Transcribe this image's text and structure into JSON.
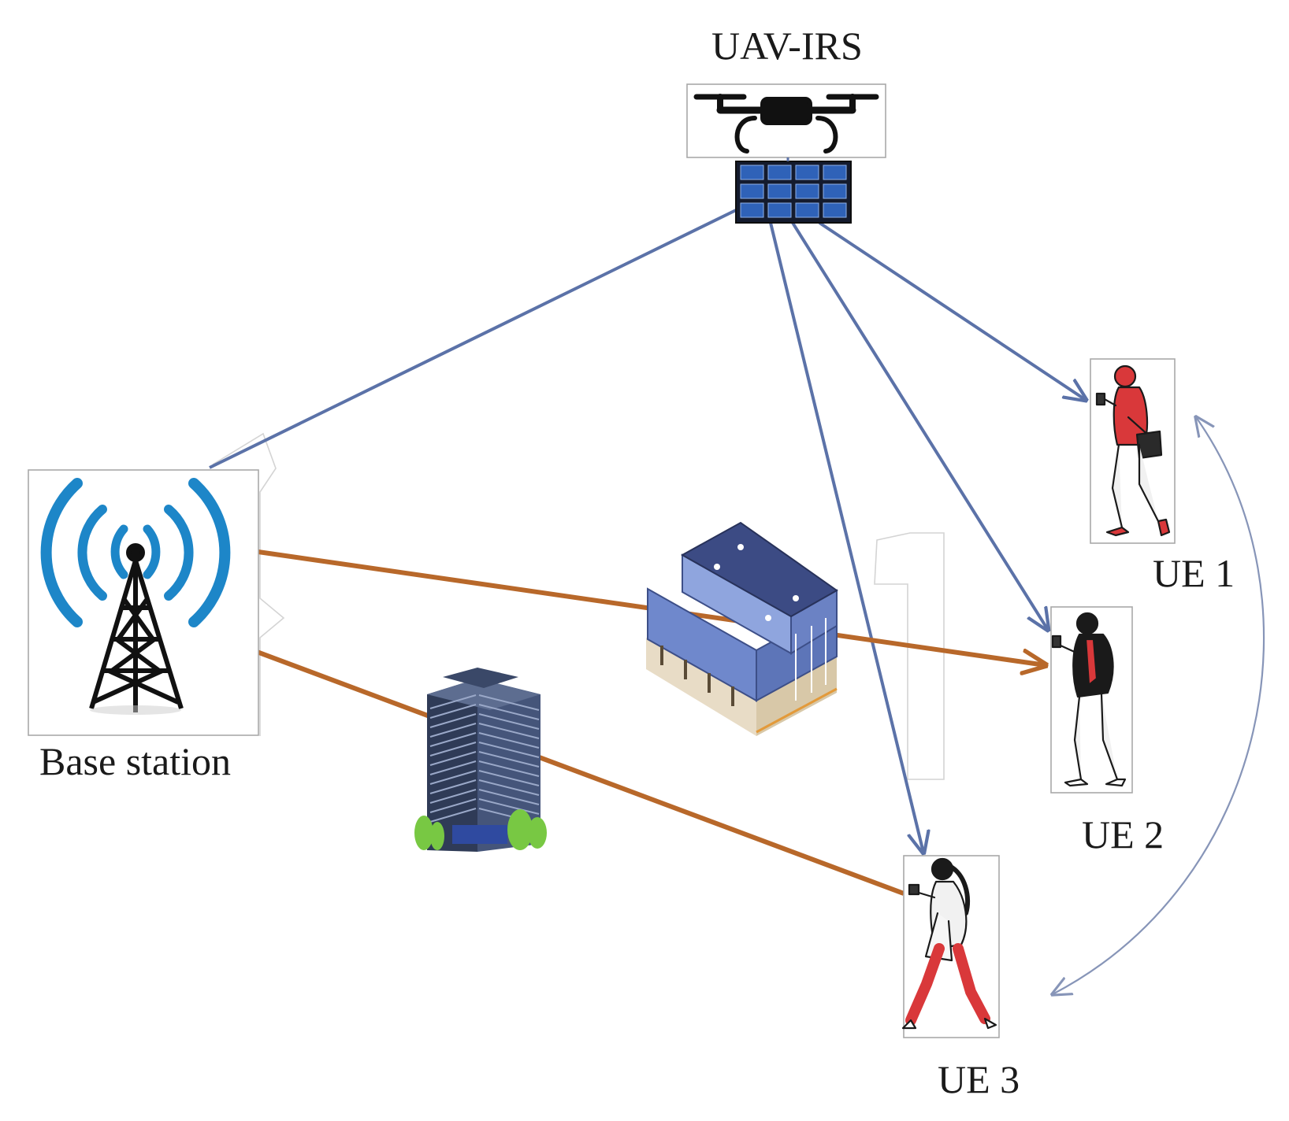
{
  "labels": {
    "uav": "UAV-IRS",
    "base_station": "Base station",
    "ue1": "UE 1",
    "ue2": "UE 2",
    "ue3": "UE 3"
  },
  "colors": {
    "irs_link": "#5b72a8",
    "direct_link": "#b8682a",
    "mobility_arc": "#8795b8",
    "antenna_wave": "#1d86c8",
    "irs_panel": "#2f62b8",
    "ue1_clothing": "#d9383a",
    "ue3_clothing": "#d9383a",
    "tree_green": "#78c843"
  },
  "links": [
    {
      "from": "UAV-IRS",
      "to": "Base station",
      "type": "reflected"
    },
    {
      "from": "UAV-IRS",
      "to": "UE 1",
      "type": "reflected"
    },
    {
      "from": "UAV-IRS",
      "to": "UE 2",
      "type": "reflected"
    },
    {
      "from": "UAV-IRS",
      "to": "UE 3",
      "type": "reflected"
    },
    {
      "from": "Base station",
      "to": "UE 2",
      "type": "direct-blocked"
    },
    {
      "from": "Base station",
      "to": "UE 3",
      "type": "direct-blocked"
    }
  ]
}
